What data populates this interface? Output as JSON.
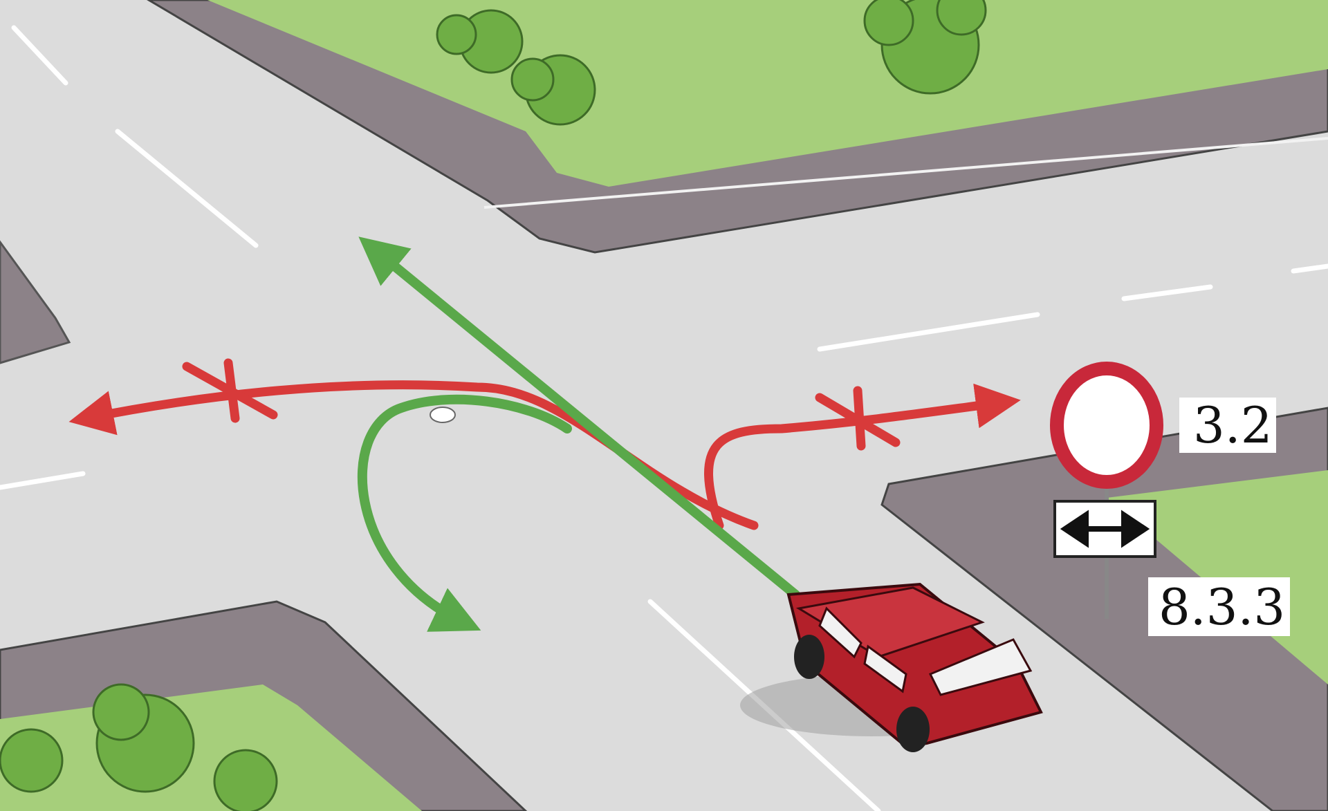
{
  "signs": {
    "main_sign_number": "3.2",
    "plate_number": "8.3.3"
  },
  "maneuvers": {
    "allowed": [
      "straight",
      "u-turn"
    ],
    "prohibited": [
      "left",
      "right"
    ]
  },
  "colors": {
    "allowed_arrow": "#5aa84a",
    "prohibited_arrow": "#d83a3a",
    "car_body": "#b3202a",
    "grass": "#a6cf7b",
    "sidewalk": "#8c8288",
    "road": "#dcdcdc",
    "sign_ring": "#c8283a"
  }
}
